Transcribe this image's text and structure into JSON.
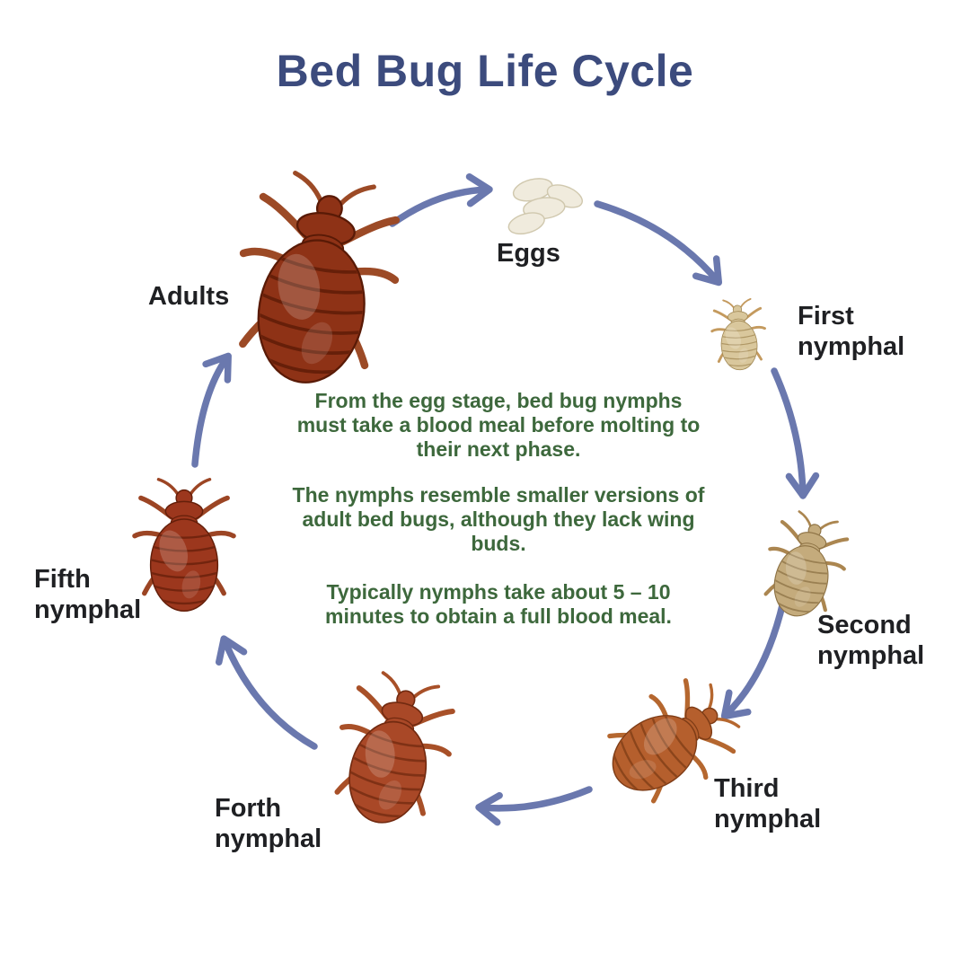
{
  "title": "Bed Bug Life Cycle",
  "stages": [
    {
      "name": "eggs",
      "label": "Eggs"
    },
    {
      "name": "first-nymphal",
      "label": "First\nnymphal",
      "bug": {
        "body": "#d9c79c",
        "shade": "#a08753",
        "legs": "#c49a5e"
      }
    },
    {
      "name": "second-nymphal",
      "label": "Second\nnymphal",
      "bug": {
        "body": "#c4ab7c",
        "shade": "#8d7244",
        "legs": "#ab8650"
      }
    },
    {
      "name": "third-nymphal",
      "label": "Third\nnymphal",
      "bug": {
        "body": "#b55f2d",
        "shade": "#7e3c16",
        "legs": "#b5672f"
      }
    },
    {
      "name": "forth-nymphal",
      "label": "Forth\nnymphal",
      "bug": {
        "body": "#a94827",
        "shade": "#722a10",
        "legs": "#a85028"
      }
    },
    {
      "name": "fifth-nymphal",
      "label": "Fifth\nnymphal",
      "bug": {
        "body": "#9c371d",
        "shade": "#641f0a",
        "legs": "#9c4524"
      }
    },
    {
      "name": "adults",
      "label": "Adults",
      "bug": {
        "body": "#8e3216",
        "shade": "#591a06",
        "legs": "#9c4a26"
      }
    }
  ],
  "notes": [
    "From the egg stage, bed bug nymphs\nmust take a blood meal before molting to\ntheir next phase.",
    "The nymphs resemble smaller versions of\nadult bed bugs, although they lack wing\nbuds.",
    "Typically nymphs take about 5 – 10\nminutes to obtain a full blood meal."
  ],
  "colors": {
    "title": "#3c4b7d",
    "arrow": "#6a78ae",
    "note": "#3d683c",
    "label": "#1f2023",
    "background": "#ffffff",
    "egg_body": "#f0ebdd",
    "egg_shade": "#d0c8ae"
  }
}
